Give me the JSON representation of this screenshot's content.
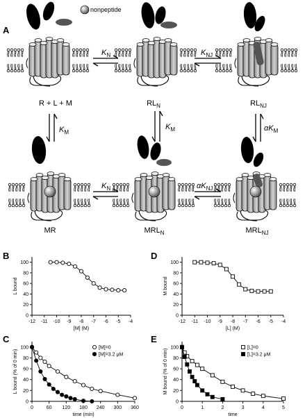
{
  "panel_letters": {
    "A": "A",
    "B": "B",
    "C": "C",
    "D": "D",
    "E": "E"
  },
  "scheme": {
    "nonpeptide_label": "nonpeptide",
    "states": {
      "r_l_m": "R + L + M",
      "rl_n": {
        "base": "RL",
        "sub": "N"
      },
      "rl_nj": {
        "base": "RL",
        "sub": "NJ"
      },
      "mr": "MR",
      "mrl_n": {
        "base": "MRL",
        "sub": "N"
      },
      "mrl_nj": {
        "base": "MRL",
        "sub": "NJ"
      }
    },
    "constants": {
      "k_n": {
        "base": "K",
        "sub": "N"
      },
      "k_nj": {
        "base": "K",
        "sub": "NJ"
      },
      "k_m": {
        "base": "K",
        "sub": "M"
      },
      "alpha_k_nj": {
        "prefix": "α",
        "base": "K",
        "sub": "NJ"
      },
      "alpha_k_m": {
        "prefix": "α",
        "base": "K",
        "sub": "M"
      }
    },
    "colors": {
      "ligand": "#000000",
      "nonpeptide_tail": "#555555",
      "helix": "#b4b4b4",
      "helix_dark": "#6e6e6e",
      "nonpeptide_sphere": "#9a9a9a"
    }
  },
  "chart_data": [
    {
      "panel": "B",
      "type": "scatter",
      "xlabel": "[M] (M)",
      "ylabel": "L bound",
      "xlim": [
        -12,
        -4
      ],
      "ylim": [
        0,
        110
      ],
      "xticks": [
        -12,
        -11,
        -10,
        -9,
        -8,
        -7,
        -6,
        -5,
        -4
      ],
      "yticks": [
        0,
        20,
        40,
        60,
        80,
        100
      ],
      "marker": "open-circle",
      "series": [
        {
          "x": [
            -10.5,
            -10,
            -9.5,
            -9,
            -8.5,
            -8,
            -7.5,
            -7,
            -6.5,
            -6,
            -5.5,
            -5,
            -4.5
          ],
          "values": [
            100,
            100,
            99,
            97,
            92,
            83,
            71,
            60,
            52,
            49,
            48,
            47,
            47
          ]
        }
      ]
    },
    {
      "panel": "D",
      "type": "scatter",
      "xlabel": "[L] (M)",
      "ylabel": "M bound",
      "xlim": [
        -12,
        -4
      ],
      "ylim": [
        0,
        110
      ],
      "xticks": [
        -12,
        -11,
        -10,
        -9,
        -8,
        -7,
        -6,
        -5,
        -4
      ],
      "yticks": [
        0,
        20,
        40,
        60,
        80,
        100
      ],
      "marker": "open-square",
      "series": [
        {
          "x": [
            -11,
            -10.5,
            -10,
            -9.5,
            -9,
            -8.5,
            -8,
            -7.5,
            -7,
            -6.5,
            -6,
            -5.5,
            -5
          ],
          "values": [
            100,
            100,
            99,
            98,
            95,
            87,
            73,
            58,
            49,
            46,
            45,
            45,
            45
          ]
        }
      ]
    },
    {
      "panel": "C",
      "type": "line",
      "xlabel": "time (min)",
      "ylabel": "L bound (% of 0 min)",
      "xlim": [
        0,
        360
      ],
      "ylim": [
        0,
        110
      ],
      "xticks": [
        0,
        60,
        120,
        180,
        240,
        300,
        360
      ],
      "yticks": [
        0,
        20,
        40,
        60,
        80,
        100
      ],
      "legend_position": "top-right",
      "series": [
        {
          "name": "[M]=0",
          "marker": "open-circle",
          "x": [
            0,
            15,
            30,
            45,
            60,
            90,
            120,
            150,
            180,
            210,
            240,
            300,
            360
          ],
          "values": [
            100,
            90,
            80,
            73,
            65,
            55,
            45,
            37,
            30,
            23,
            19,
            12,
            6
          ]
        },
        {
          "name": "[M]=3.2 μM",
          "marker": "filled-circle",
          "x": [
            0,
            15,
            30,
            45,
            60,
            75,
            90,
            105,
            120,
            135,
            150,
            180,
            210
          ],
          "values": [
            100,
            75,
            55,
            41,
            31,
            23,
            17,
            12,
            9,
            6,
            4,
            1,
            0
          ]
        }
      ]
    },
    {
      "panel": "E",
      "type": "line",
      "xlabel": "time",
      "ylabel": "M bound (% of 0 min)",
      "xlim": [
        0,
        5
      ],
      "ylim": [
        0,
        110
      ],
      "xticks": [
        0,
        1,
        2,
        3,
        4,
        5
      ],
      "yticks": [
        0,
        20,
        40,
        60,
        80,
        100
      ],
      "legend_position": "top-right",
      "series": [
        {
          "name": "[L]=0",
          "marker": "open-square",
          "x": [
            0,
            0.125,
            0.25,
            0.5,
            0.75,
            1,
            1.5,
            2,
            2.5,
            3,
            3.5,
            4,
            5
          ],
          "values": [
            100,
            90,
            83,
            74,
            67,
            60,
            48,
            36,
            27,
            20,
            14,
            10,
            5
          ]
        },
        {
          "name": "[L]=3.2 μM",
          "marker": "filled-square",
          "x": [
            0,
            0.125,
            0.25,
            0.375,
            0.5,
            0.625,
            0.75,
            1,
            1.25,
            1.5,
            2
          ],
          "values": [
            100,
            82,
            68,
            55,
            45,
            37,
            30,
            20,
            13,
            8,
            4
          ]
        }
      ]
    }
  ]
}
